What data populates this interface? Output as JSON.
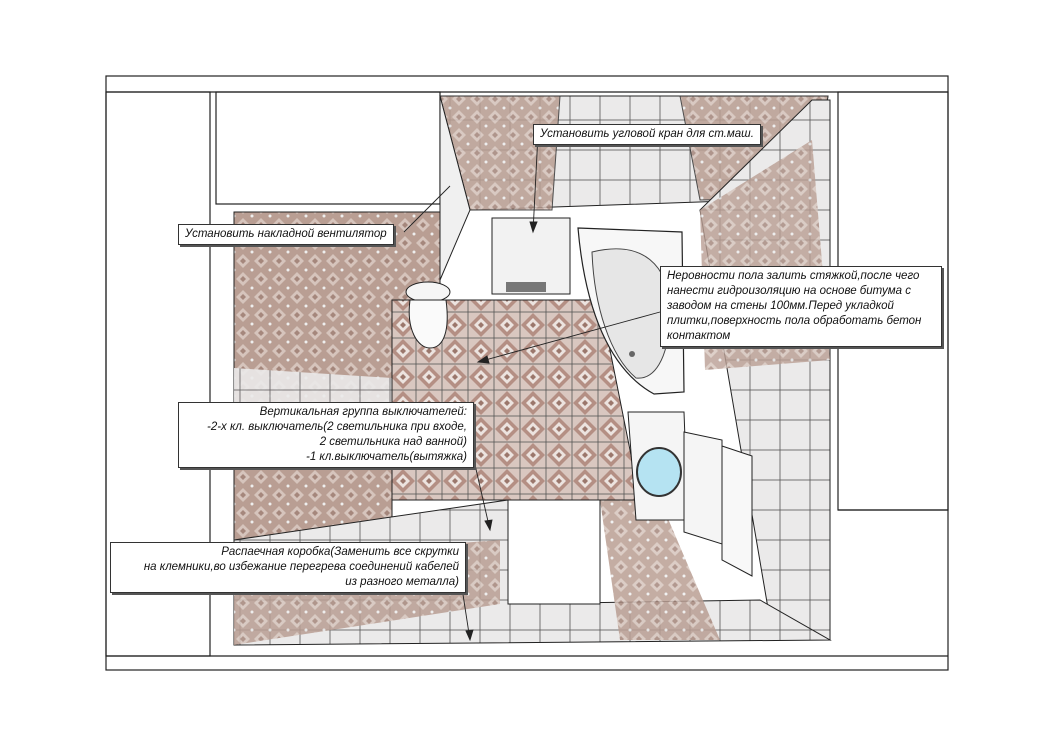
{
  "annotations": {
    "valve": "Установить угловой кран для ст.маш.",
    "fan": "Установить накладной вентилятор",
    "floor": [
      "Неровности пола залить стяжкой,после чего",
      "нанести гидроизоляцию на основе битума с",
      "заводом на стены 100мм.Перед укладкой",
      "плитки,поверхность пола обработать бетон",
      "контактом"
    ],
    "switches": [
      "Вертикальная группа выключателей:",
      "-2-х кл. выключатель(2 светильника при входе,",
      "2 светильника над ванной)",
      "-1 кл.выключатель(вытяжка)"
    ],
    "junction": [
      "Распаечная коробка(Заменить все скрутки",
      "на клемники,во избежание перегрева соединений кабелей",
      "из разного металла)"
    ]
  },
  "colors": {
    "tile_pink": "#b69a8e",
    "tile_white": "#e8e7e6",
    "grout": "#4a4a4a",
    "line": "#222222"
  },
  "icons": [
    "toilet-icon",
    "corner-bathtub-icon",
    "washing-machine-icon",
    "ventilation-box-icon",
    "cabinet-icon"
  ]
}
